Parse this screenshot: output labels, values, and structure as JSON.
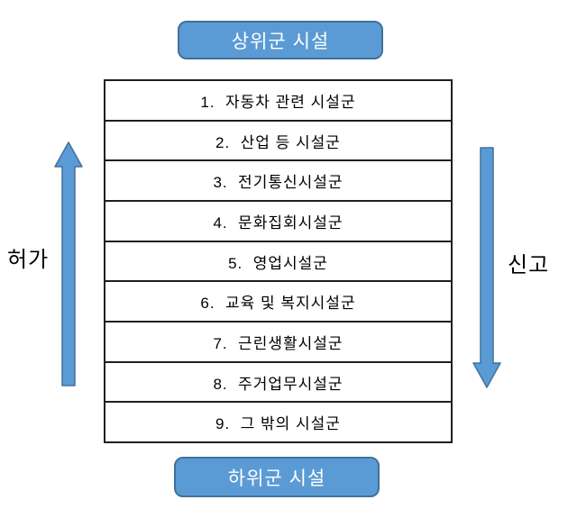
{
  "top_box": {
    "label": "상위군 시설"
  },
  "bottom_box": {
    "label": "하위군 시설"
  },
  "left_arrow": {
    "label": "허가",
    "direction": "up"
  },
  "right_arrow": {
    "label": "신고",
    "direction": "down"
  },
  "table": {
    "rows": [
      {
        "label": "1.  자동차 관련 시설군"
      },
      {
        "label": "2.  산업 등 시설군"
      },
      {
        "label": "3.  전기통신시설군"
      },
      {
        "label": "4.  문화집회시설군"
      },
      {
        "label": "5.  영업시설군"
      },
      {
        "label": "6.  교육 및 복지시설군"
      },
      {
        "label": "7.  근린생활시설군"
      },
      {
        "label": "8.  주거업무시설군"
      },
      {
        "label": "9.  그 밖의 시설군"
      }
    ]
  },
  "colors": {
    "arrow_fill": "#5B9BD5",
    "arrow_border": "#41719C",
    "box_fill": "#5B9BD5",
    "box_border": "#41719C",
    "table_border": "#1f1f1f",
    "text": "#000000"
  }
}
